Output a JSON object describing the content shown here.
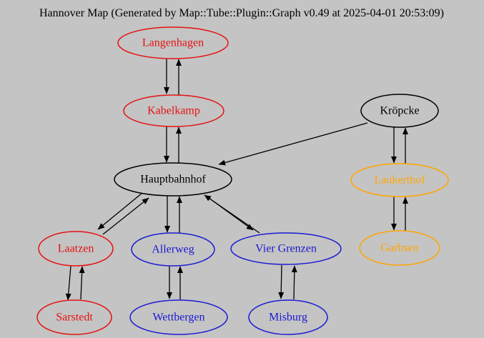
{
  "title": "Hannover Map (Generated by Map::Tube::Plugin::Graph v0.49 at 2025-04-01 20:53:09)",
  "colors": {
    "background": "#c4c4c4",
    "edge": "#000000",
    "line_red": "#e51212",
    "line_blue": "#1a1ad1",
    "line_orange": "#ffa500",
    "line_black": "#000000"
  },
  "stations": [
    {
      "label": "Langenhagen",
      "color": "#e51212"
    },
    {
      "label": "Kabelkamp",
      "color": "#e51212"
    },
    {
      "label": "Kröpcke",
      "color": "#000000"
    },
    {
      "label": "Hauptbahnhof",
      "color": "#000000"
    },
    {
      "label": "Laukerthof",
      "color": "#ffa500"
    },
    {
      "label": "Laatzen",
      "color": "#e51212"
    },
    {
      "label": "Allerweg",
      "color": "#1a1ad1"
    },
    {
      "label": "Vier Grenzen",
      "color": "#1a1ad1"
    },
    {
      "label": "Garbsen",
      "color": "#ffa500"
    },
    {
      "label": "Sarstedt",
      "color": "#e51212"
    },
    {
      "label": "Wettbergen",
      "color": "#1a1ad1"
    },
    {
      "label": "Misburg",
      "color": "#1a1ad1"
    }
  ],
  "connections": [
    {
      "from": "Langenhagen",
      "to": "Kabelkamp",
      "direction": "both"
    },
    {
      "from": "Kabelkamp",
      "to": "Hauptbahnhof",
      "direction": "both"
    },
    {
      "from": "Kröpcke",
      "to": "Hauptbahnhof",
      "direction": "one-way"
    },
    {
      "from": "Kröpcke",
      "to": "Laukerthof",
      "direction": "both"
    },
    {
      "from": "Laukerthof",
      "to": "Garbsen",
      "direction": "both"
    },
    {
      "from": "Hauptbahnhof",
      "to": "Laatzen",
      "direction": "both"
    },
    {
      "from": "Hauptbahnhof",
      "to": "Allerweg",
      "direction": "both"
    },
    {
      "from": "Hauptbahnhof",
      "to": "Vier Grenzen",
      "direction": "both"
    },
    {
      "from": "Laatzen",
      "to": "Sarstedt",
      "direction": "both"
    },
    {
      "from": "Allerweg",
      "to": "Wettbergen",
      "direction": "both"
    },
    {
      "from": "Vier Grenzen",
      "to": "Misburg",
      "direction": "both"
    }
  ]
}
